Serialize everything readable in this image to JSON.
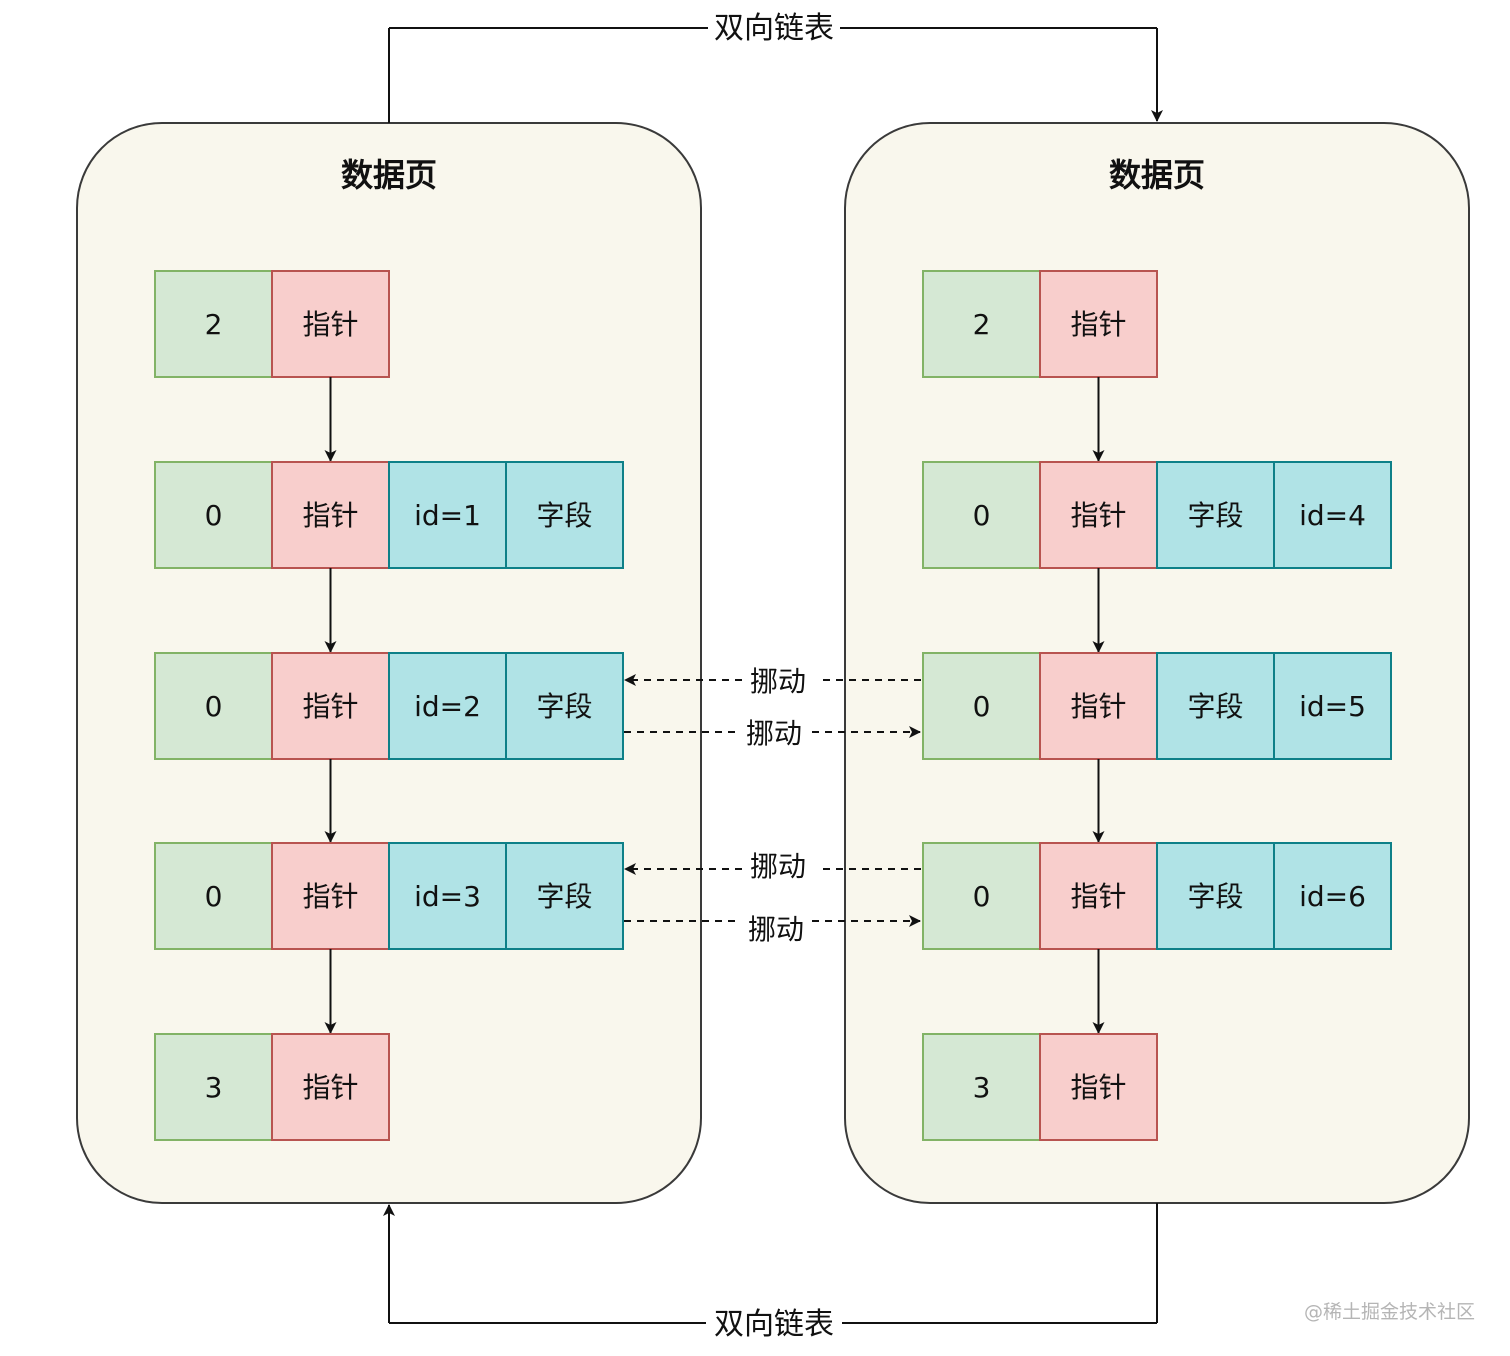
{
  "pages": [
    {
      "title": "数据页",
      "rows": [
        [
          "2",
          "指针"
        ],
        [
          "0",
          "指针",
          "id=1",
          "字段"
        ],
        [
          "0",
          "指针",
          "id=2",
          "字段"
        ],
        [
          "0",
          "指针",
          "id=3",
          "字段"
        ],
        [
          "3",
          "指针"
        ]
      ]
    },
    {
      "title": "数据页",
      "rows": [
        [
          "2",
          "指针"
        ],
        [
          "0",
          "指针",
          "字段",
          "id=4"
        ],
        [
          "0",
          "指针",
          "字段",
          "id=5"
        ],
        [
          "0",
          "指针",
          "字段",
          "id=6"
        ],
        [
          "3",
          "指针"
        ]
      ]
    }
  ],
  "links": {
    "top_label": "双向链表",
    "bottom_label": "双向链表"
  },
  "moves": [
    "挪动",
    "挪动",
    "挪动",
    "挪动"
  ],
  "watermark": "@稀土掘金技术社区",
  "colors": {
    "page_fill": "#f9f7ed",
    "page_stroke": "#3a3a3a",
    "num_fill": "#d5e8d4",
    "num_stroke": "#82b366",
    "ptr_fill": "#f8cecc",
    "ptr_stroke": "#b85450",
    "field_fill": "#b0e3e6",
    "field_stroke": "#0e8088"
  }
}
